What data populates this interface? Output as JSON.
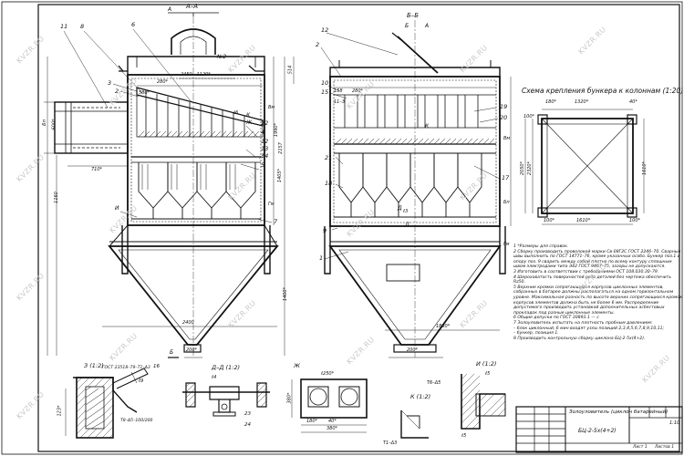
{
  "drawing": {
    "section_titles": {
      "aa": "А–А",
      "bb": "Б–Б",
      "scheme": "Схема крепления бункера к колоннам (1:20)",
      "detail_z": "З (1:2)",
      "detail_dd": "Д–Д (1:2)",
      "detail_zh": "Ж",
      "detail_i": "И (1:2)",
      "detail_k": "К (1:2)"
    },
    "left_view": {
      "callouts": [
        "11",
        "8",
        "6",
        "3",
        "2",
        "22",
        "4",
        "14",
        "5",
        "12",
        "13",
        "7"
      ],
      "dims": [
        "580*",
        "280*",
        "2450...1120*",
        "ℓ6",
        "№2",
        "710*",
        "1990*",
        "2157",
        "514",
        "1160",
        "1405*",
        "2400",
        "200*",
        "1400*",
        "600*"
      ],
      "elevation_marks": [
        "Бп",
        "Вм",
        "Гм"
      ],
      "letters": [
        "А",
        "И",
        "Б",
        "К",
        "Ж"
      ]
    },
    "right_view": {
      "callouts": [
        "12",
        "2",
        "10",
        "15",
        "19",
        "20",
        "21",
        "18",
        "9",
        "1",
        "17"
      ],
      "dims": [
        "158",
        "280*",
        "11–3",
        "ℓ3",
        "1880*",
        "200*"
      ],
      "elevation_marks": [
        "Вм",
        "Бп",
        "Гм"
      ],
      "letters": [
        "Б",
        "А",
        "К",
        "Д",
        "Д"
      ]
    },
    "scheme_view": {
      "dims": [
        "180*",
        "1320*",
        "40*",
        "100*",
        "1610*",
        "100*",
        "2050*",
        "2320*",
        "1610*",
        "100*"
      ]
    },
    "details": {
      "z_labels": [
        "ГОСТ 23518–79–Т1–Δ3",
        "16",
        "ℓ9",
        "123*",
        "Т8–Δ5–100/200"
      ],
      "dd_labels": [
        "23",
        "24",
        "ℓ4"
      ],
      "zh_labels": [
        "ℓ250*",
        "180*",
        "40*",
        "380*",
        "380*"
      ],
      "i_labels": [
        "ℓ5",
        "ℓ5"
      ],
      "k_labels": [
        "Т6–Δ5",
        "Т1–Δ3"
      ]
    },
    "notes": [
      "1 *Размеры для справок.",
      "2 Сборку производить проволокой марки Св-08Г2С ГОСТ 2246–70. Сварные швы выполнить по ГОСТ 14771–76, кроме указанных особо. Бункер поз.1 и опору поз. 9 сварить между собой плотно по всему контуру сплошным швом электродами типа Э42 ГОСТ 9467–75, зазоры не допускаются.",
      "3 Изготовить в соответствии с требованиями ОСТ 108.030.30–79.",
      "4 Шероховатость поверхностей реза деталей без чертежа обеспечить Rz50.",
      "5 Верхние кромки сопрягающихся корпусов циклонных элементов, собранных в батарее должны располагаться на одном горизонтальном уровне. Максимальная разность по высоте верхних сопрягающихся кромок корпусов элементов должна быть не более 6 мм. Распределение допустимого производить установкой дополнительных асбестовых прокладок под разные циклонные элементы.",
      "6 Общие допуски по ГОСТ 30893.1 — с",
      "7 Золоуловитель испытать на плотность пробным давлением:",
      "  – блок циклонный, 6 мин входят узлы позиций 2,3,4,5,6,7,8,9,10,11;",
      "  – бункер, позиция 1.",
      "8 Производить контрольную сборку циклона БЦ-2-5х(4+2)."
    ],
    "title_block": {
      "name": "Золоуловитель (циклон батарейный)",
      "code": "БЦ-2-5х(4+2)",
      "scale": "1:10",
      "sheet": "Лист 1",
      "sheets": "Листов 1"
    },
    "watermark": "KVZR.RU",
    "colors": {
      "line": "#111111",
      "watermark": "#c9c9c9",
      "paper": "#ffffff"
    }
  }
}
